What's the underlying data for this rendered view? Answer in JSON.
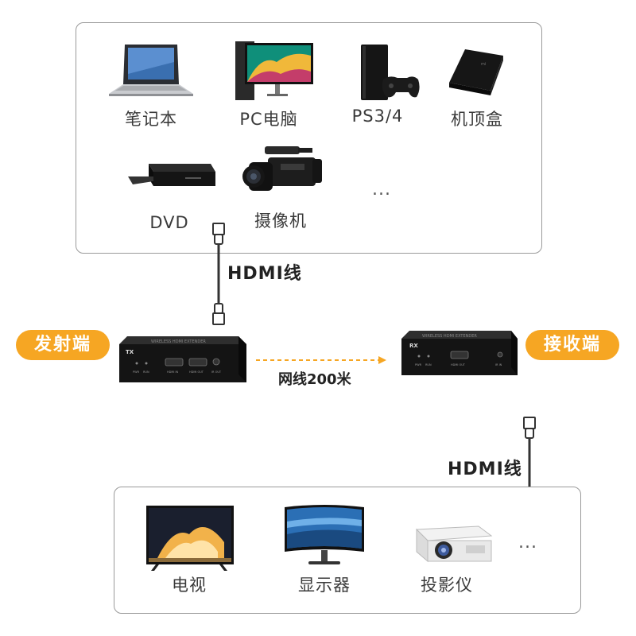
{
  "sources": {
    "items": [
      {
        "label": "笔记本",
        "icon": "laptop-icon"
      },
      {
        "label": "PC电脑",
        "icon": "monitor-icon"
      },
      {
        "label": "PS3/4",
        "icon": "game-console-icon"
      },
      {
        "label": "机顶盒",
        "icon": "set-top-box-icon"
      },
      {
        "label": "DVD",
        "icon": "dvd-player-icon"
      },
      {
        "label": "摄像机",
        "icon": "camcorder-icon"
      }
    ],
    "more": "..."
  },
  "cable_top_label": "HDMI线",
  "transmitter": {
    "badge": "发射端",
    "tag": "TX",
    "brand_text": "WIRELESS HDMI EXTENDER",
    "ports": [
      "PWR",
      "RUN",
      "HDMI IN",
      "HDMI OUT",
      "IR OUT"
    ]
  },
  "network_label": "网线200米",
  "receiver": {
    "badge": "接收端",
    "tag": "RX",
    "brand_text": "WIRELESS HDMI EXTENDER",
    "ports": [
      "PWR",
      "RUN",
      "HDMI OUT",
      "IR IN"
    ]
  },
  "cable_bottom_label": "HDMI线",
  "displays": {
    "items": [
      {
        "label": "电视",
        "icon": "tv-icon"
      },
      {
        "label": "显示器",
        "icon": "curved-monitor-icon"
      },
      {
        "label": "投影仪",
        "icon": "projector-icon"
      }
    ],
    "more": "..."
  },
  "colors": {
    "accent": "#f6a623",
    "panel_border": "#9a9a9a",
    "device_body": "#1c1c1c",
    "cable": "#333333"
  }
}
